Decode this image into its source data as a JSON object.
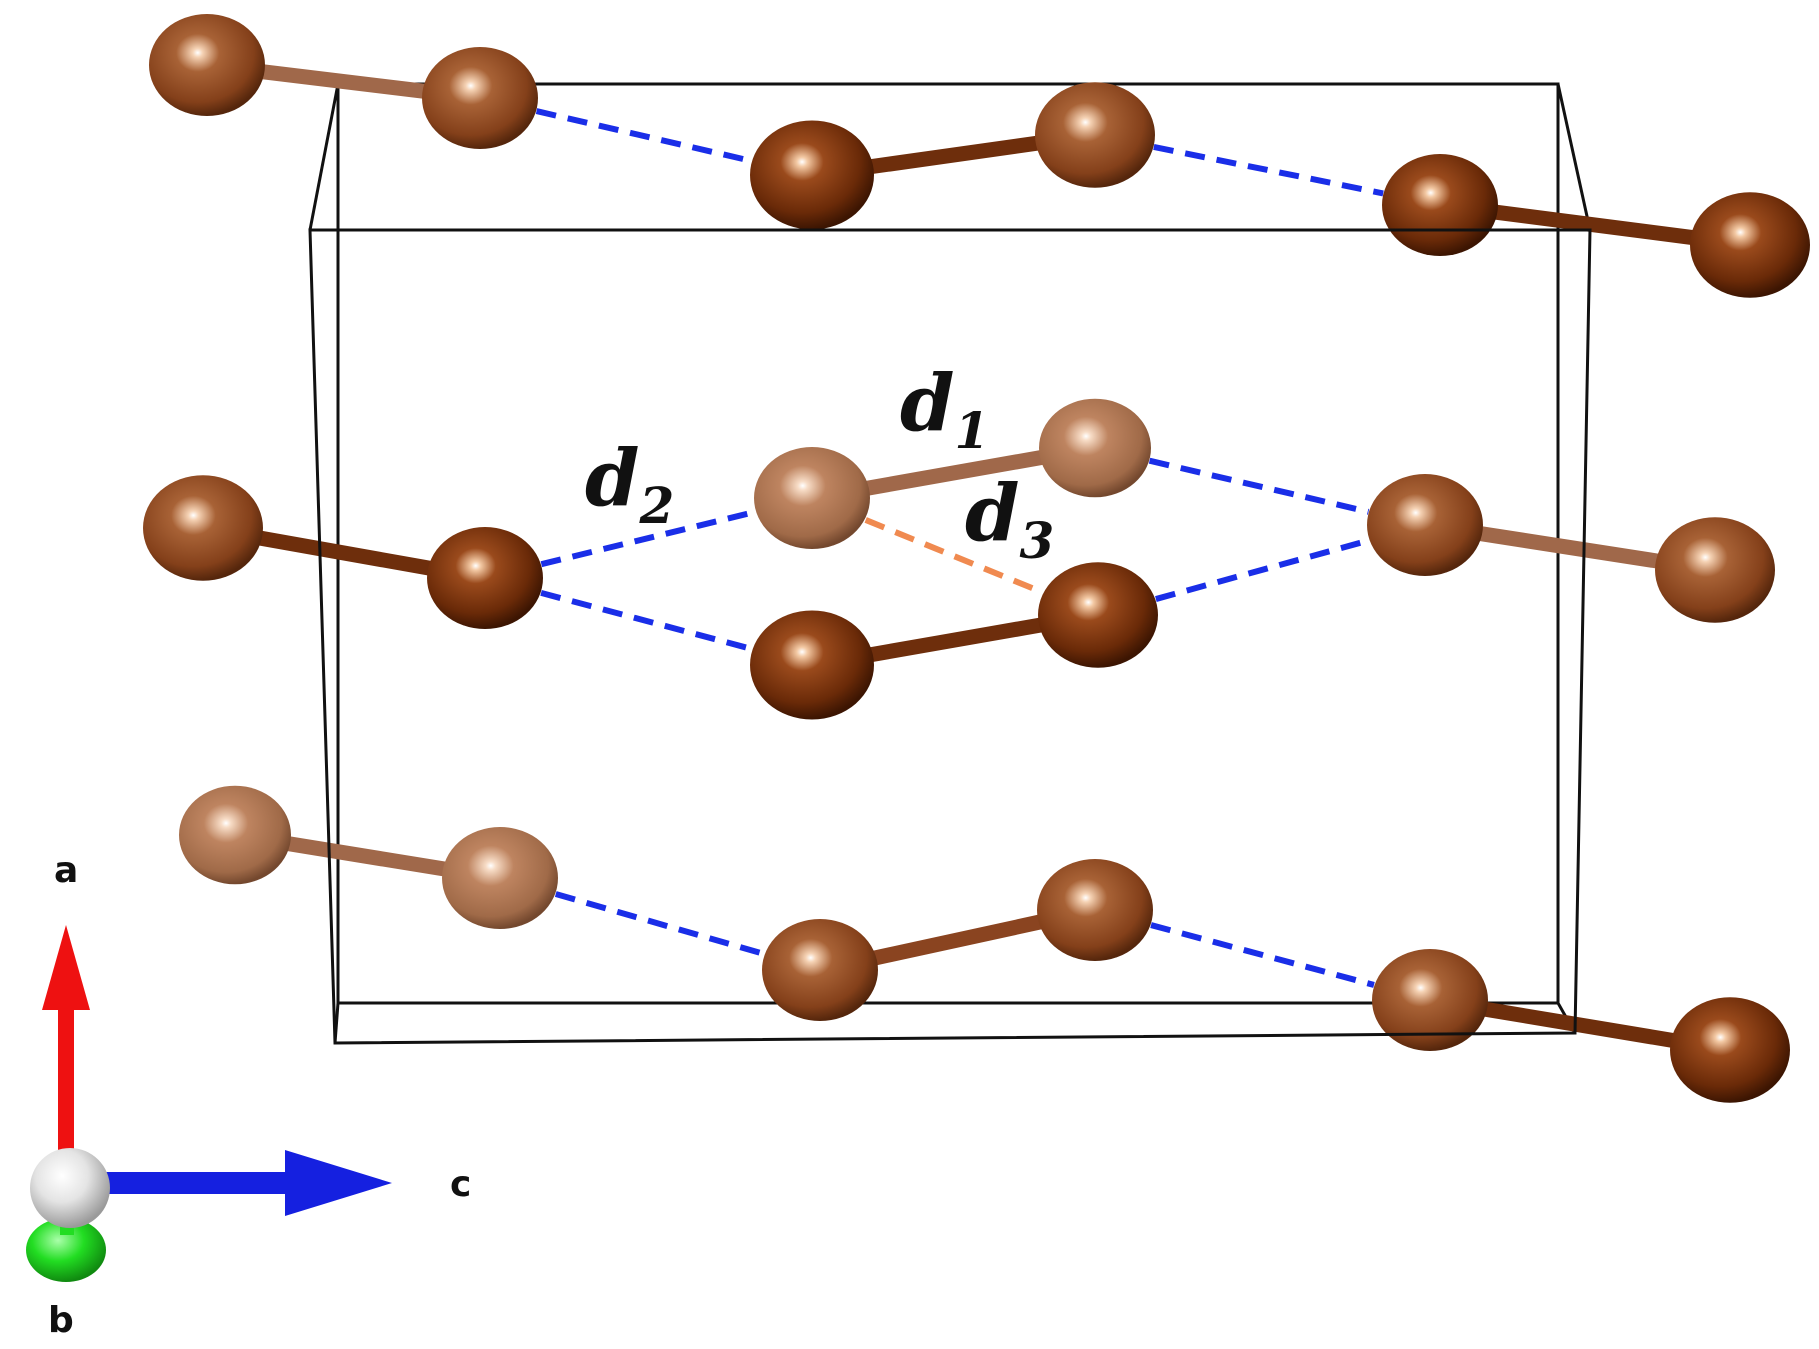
{
  "distance_labels": [
    {
      "letter": "d",
      "sub": "1"
    },
    {
      "letter": "d",
      "sub": "2"
    },
    {
      "letter": "d",
      "sub": "3"
    }
  ],
  "axes": {
    "a": "a",
    "b": "b",
    "c": "c"
  },
  "colors": {
    "atom_dark": "#5a2406",
    "atom_mid": "#8a4a20",
    "atom_light": "#b07050",
    "bond_dark": "#6e2e0c",
    "bond_light": "#a0684a",
    "interchain_contact": "#1a2ee8",
    "intrachain_contact": "#f08a50",
    "cell_edge": "#111111",
    "axis_a": "#ee1111",
    "axis_b": "#22dd22",
    "axis_c": "#1520e0"
  }
}
